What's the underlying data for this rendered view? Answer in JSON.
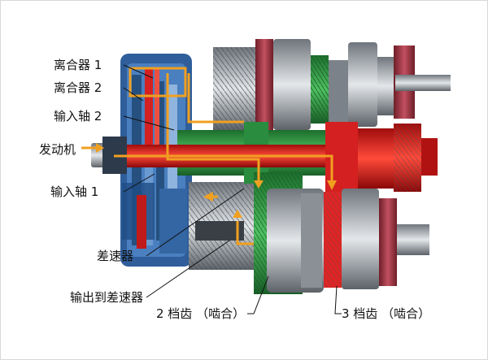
{
  "labels": {
    "clutch1": "离合器 1",
    "clutch2": "离合器 2",
    "input_shaft2": "输入轴 2",
    "engine": "发动机",
    "input_shaft1": "输入轴 1",
    "differential": "差速器",
    "output_to_diff": "输出到差速器",
    "gear2": "2 档齿 （啮合）",
    "gear3": "3 档齿 （啮合）"
  },
  "colors": {
    "shaft_red": "#e01818",
    "shaft_green": "#2ea043",
    "flow_orange": "#f0a020",
    "housing_blue": "#3a6fb0",
    "steel_gray": "#9aa0a8",
    "gear_maroon": "#a03040"
  }
}
